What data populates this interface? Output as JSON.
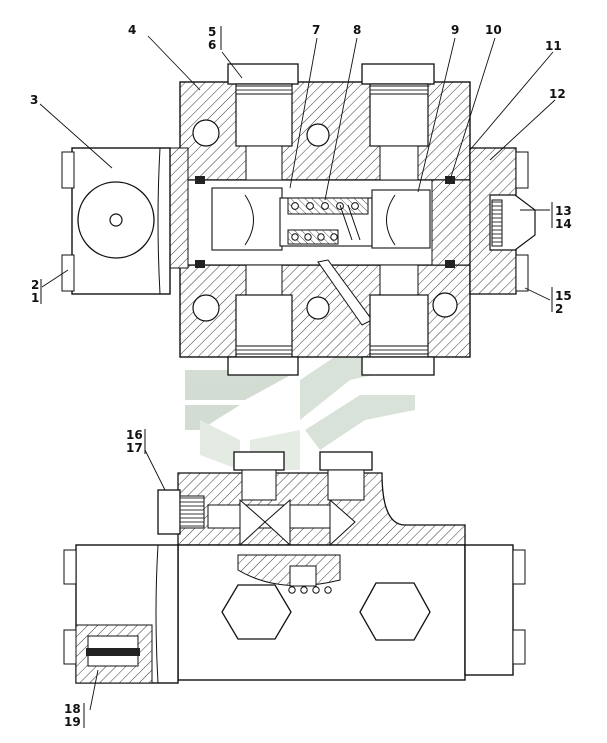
{
  "figure": {
    "kind": "exploded assembly / sectional drawing of a hydraulic valve block",
    "watermark_colors": [
      "#cfd9cf",
      "#e2ebe2"
    ]
  },
  "callouts": {
    "c1": "1",
    "c2": "2",
    "c2b": "2",
    "c3": "3",
    "c4": "4",
    "c5": "5",
    "c6": "6",
    "c7": "7",
    "c8": "8",
    "c9": "9",
    "c10": "10",
    "c11": "11",
    "c12": "12",
    "c13": "13",
    "c14": "14",
    "c15": "15",
    "c16": "16",
    "c17": "17",
    "c18": "18",
    "c19": "19"
  }
}
